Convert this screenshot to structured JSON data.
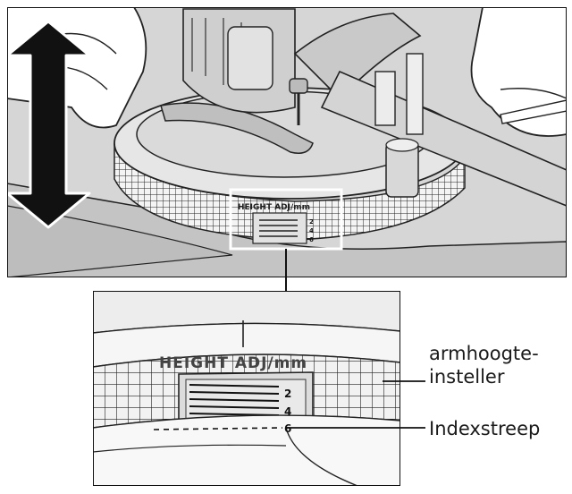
{
  "top_panel": {
    "engraving": "HEIGHT ADJ/mm",
    "scale_numbers": [
      "2",
      "4",
      "6"
    ]
  },
  "zoom_panel": {
    "engraving": "HEIGHT ADJ/mm",
    "scale_numbers": [
      "2",
      "4",
      "6"
    ]
  },
  "callouts": {
    "arm_height_adjuster_line1": "armhoogte-",
    "arm_height_adjuster_line2": "insteller",
    "index_line": "Indexstreep"
  },
  "icons": [
    "up-down-arrow-icon"
  ]
}
